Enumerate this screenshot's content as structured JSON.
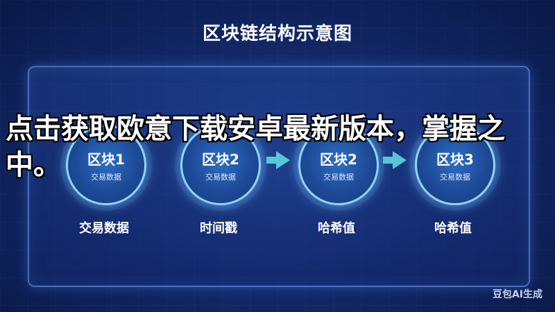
{
  "title": "区块链结构示意图",
  "nodes": [
    {
      "title": "区块1",
      "sub": "交易数据",
      "label": "交易数据"
    },
    {
      "title": "区块2",
      "sub": "交易数据",
      "label": "时间戳"
    },
    {
      "title": "区块2",
      "sub": "交易数据",
      "label": "哈希值"
    },
    {
      "title": "区块3",
      "sub": "交易数据",
      "label": "哈希值"
    }
  ],
  "overlay_text": "点击获取欧意下载安卓最新版本，掌握之中。",
  "watermark": "豆包AI生成",
  "colors": {
    "background": "#13296a",
    "node_border": "#8fd6ff",
    "arrow": "#56c8d8"
  }
}
